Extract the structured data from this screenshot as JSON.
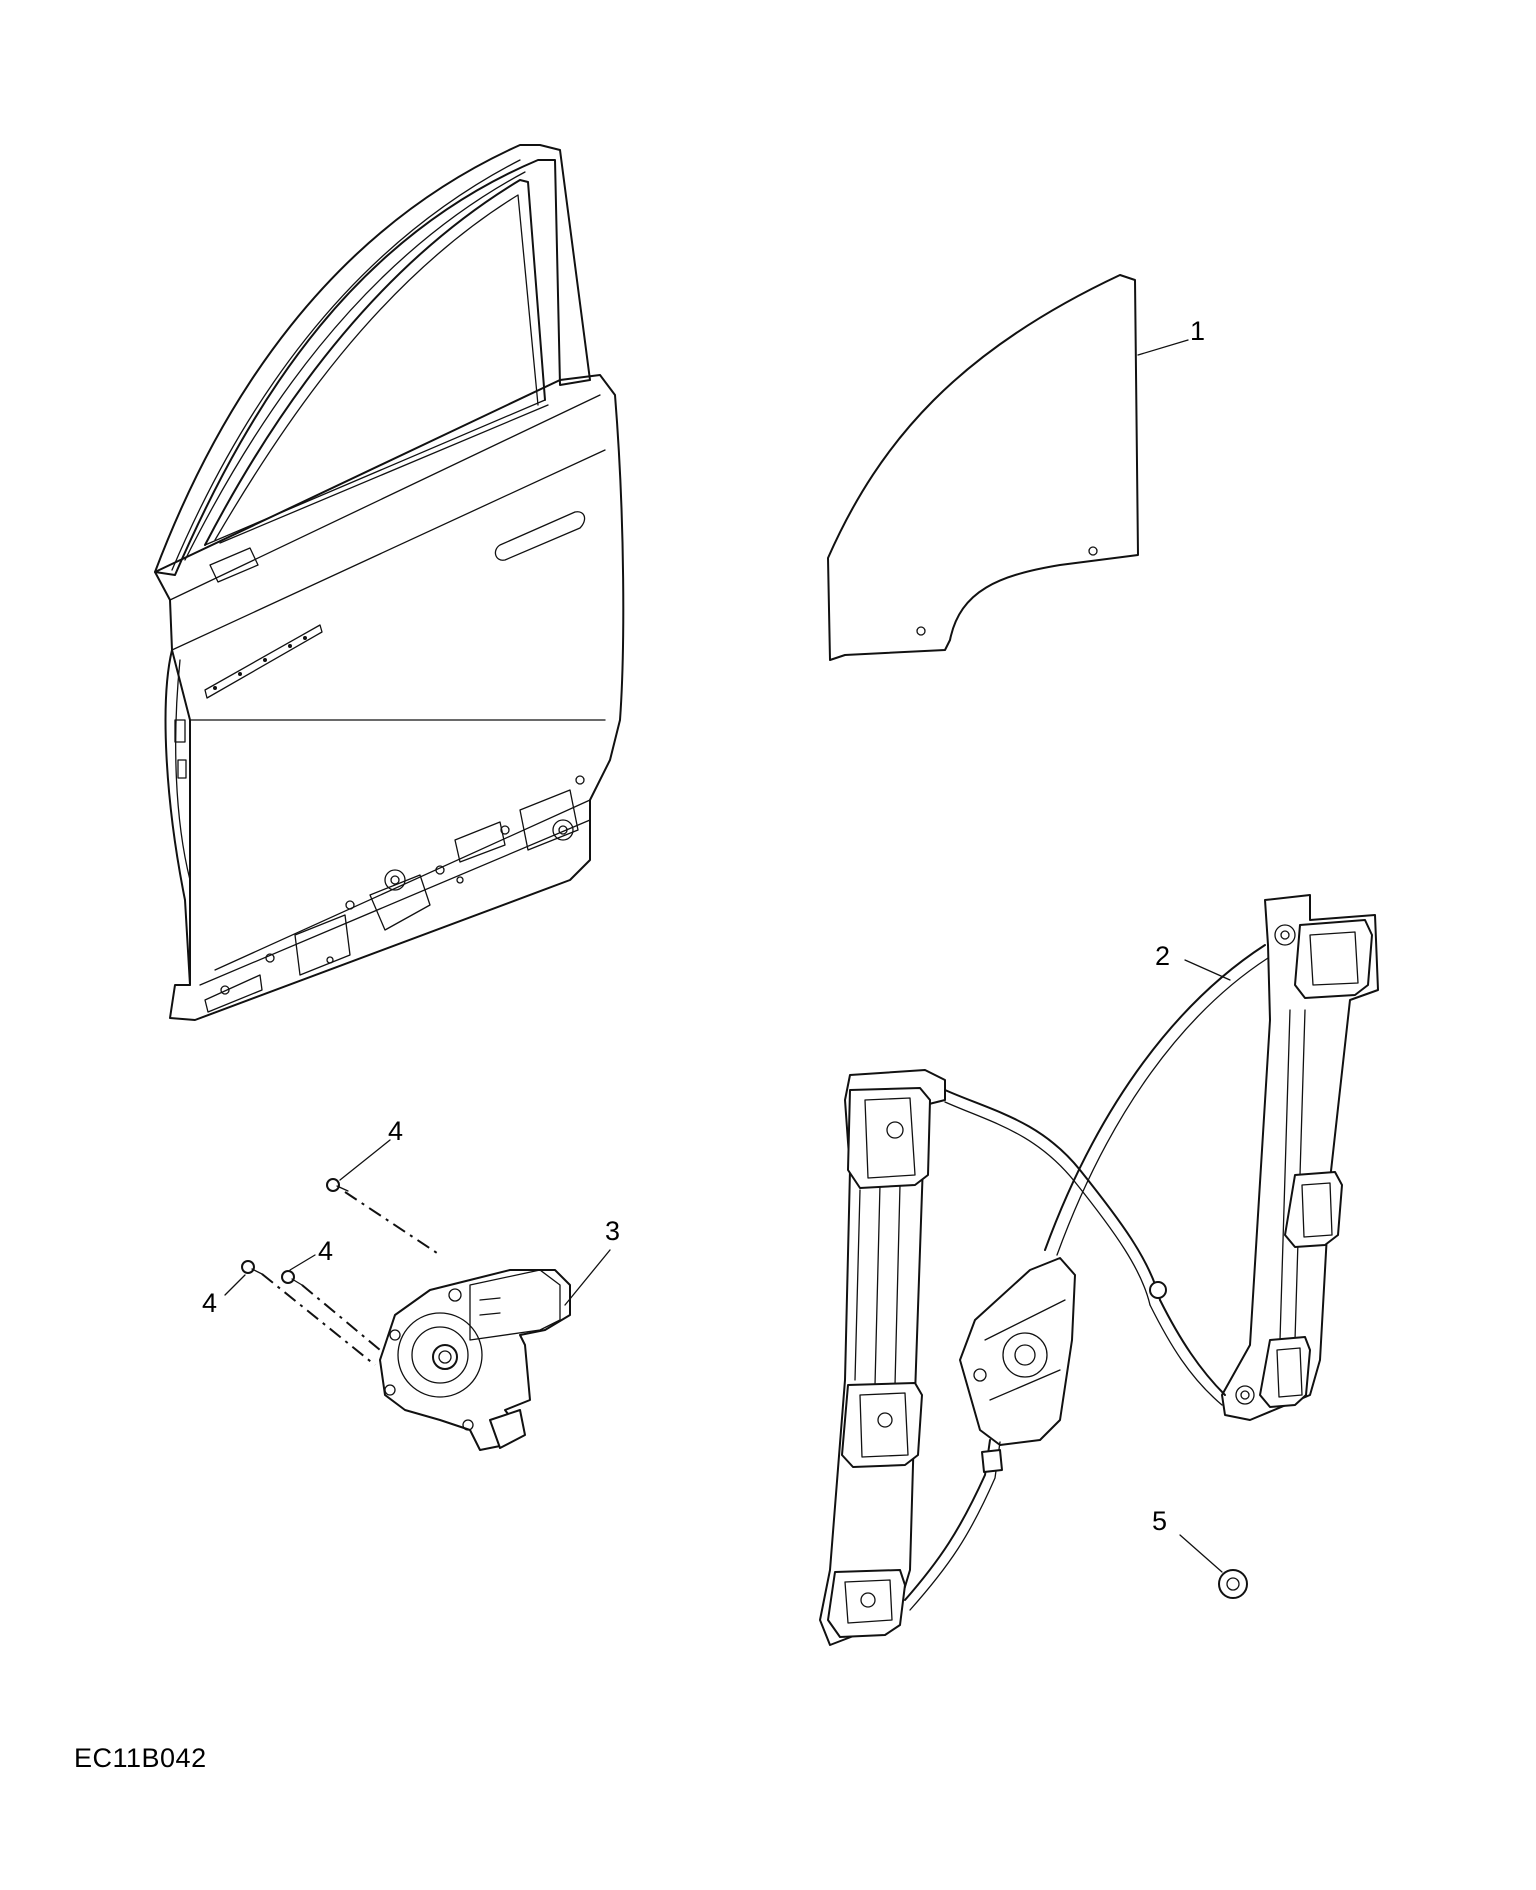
{
  "reference_code": "EC11B042",
  "callouts": [
    {
      "id": "1",
      "label": "1",
      "part": "door-glass"
    },
    {
      "id": "2",
      "label": "2",
      "part": "window-regulator"
    },
    {
      "id": "3",
      "label": "3",
      "part": "regulator-motor"
    },
    {
      "id": "4a",
      "label": "4",
      "part": "motor-screw"
    },
    {
      "id": "4b",
      "label": "4",
      "part": "motor-screw"
    },
    {
      "id": "4c",
      "label": "4",
      "part": "motor-screw"
    },
    {
      "id": "5",
      "label": "5",
      "part": "nut"
    }
  ]
}
